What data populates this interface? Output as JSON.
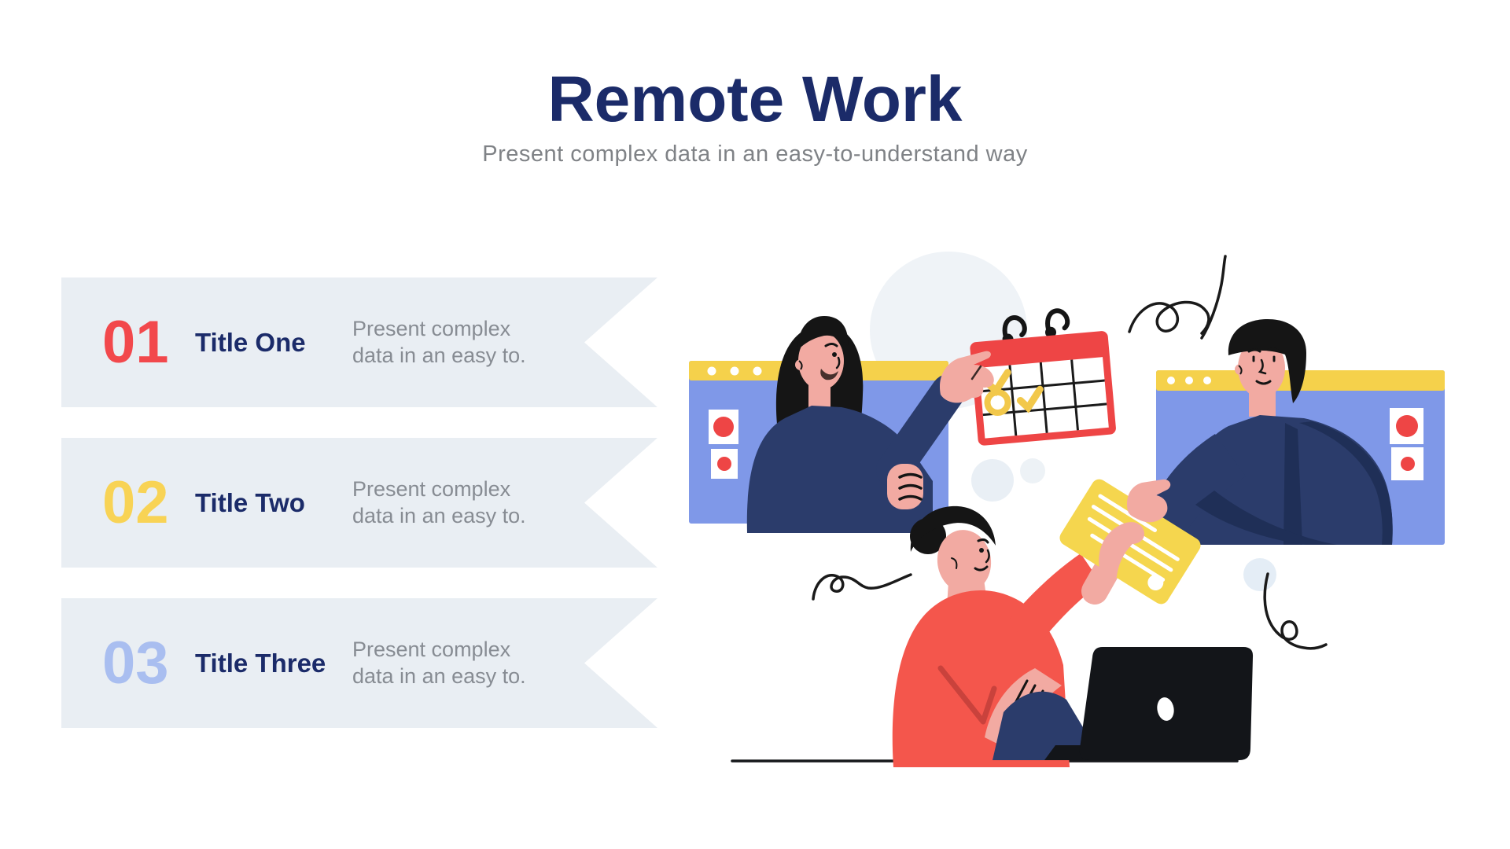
{
  "header": {
    "title": "Remote Work",
    "subtitle": "Present complex data in an easy-to-understand way"
  },
  "list": {
    "items": [
      {
        "number": "01",
        "number_color": "#f2484c",
        "title": "Title One",
        "description": "Present complex data in an easy to."
      },
      {
        "number": "02",
        "number_color": "#f8d355",
        "title": "Title Two",
        "description": "Present complex data in an easy to."
      },
      {
        "number": "03",
        "number_color": "#a9bef0",
        "title": "Title Three",
        "description": "Present complex data in an easy to."
      }
    ],
    "banner_background": "#e9eef3",
    "title_color": "#1b2b69",
    "description_color": "#878c93"
  },
  "illustration": {
    "elements": [
      "video-call-window-left",
      "video-call-window-right",
      "calendar",
      "document-handoff",
      "woman-at-laptop",
      "laptop",
      "desk-line",
      "doodles"
    ],
    "colors": {
      "window_blue": "#7f98e8",
      "titlebar_yellow": "#f5d14b",
      "accent_red": "#ee4545",
      "clothing_navy": "#2b3c6b",
      "clothing_navy_dark": "#1f2f57",
      "skin": "#f2aaa2",
      "hair_black": "#151515",
      "sweater_red": "#f4564c",
      "document_yellow": "#f5d64e",
      "check_yellow": "#f2c84b",
      "laptop_black": "#131519",
      "background_circle": "#eff3f7"
    }
  }
}
